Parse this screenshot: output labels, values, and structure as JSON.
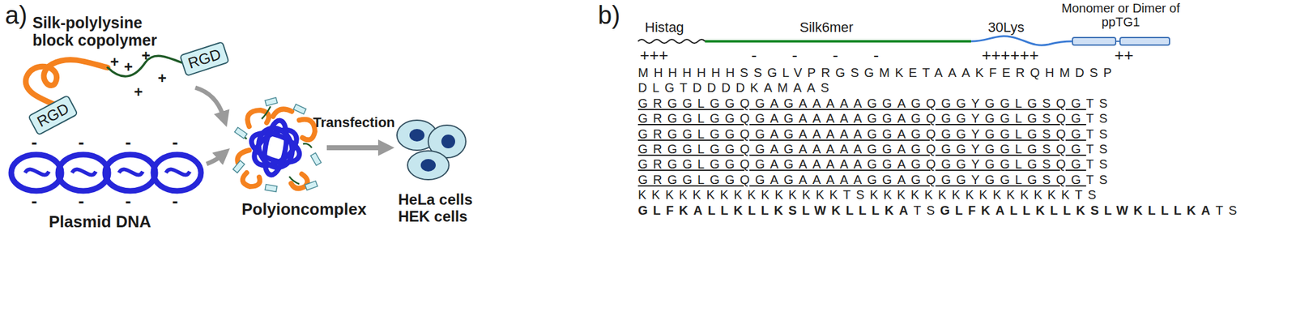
{
  "diagram": {
    "nodes": [
      {
        "text": [
          "RGD"
        ]
      },
      {
        "text": [
          "RGD"
        ]
      }
    ],
    "labels": [
      "a)",
      "Silk-polylysine block copolymer",
      "+",
      "+",
      "+",
      "+",
      "+",
      "-",
      "-",
      "-",
      "-",
      "-",
      "-",
      "-",
      "-",
      "Plasmid DNA",
      "Polyioncomplex",
      "Transfection",
      "HeLa cells HEK cells",
      "b)",
      "Histag",
      "Silk6mer",
      "30Lys",
      "Monomer or Dimer of ppTG1",
      "+++",
      "-",
      "-",
      "-",
      "-",
      "++++++",
      "++",
      "MHHHHHHSSGLVPRGSGMKETAAAKFERQHMDSP",
      "DLGTDDDDKAMAAS",
      "GRGGLGGQGAGAAAAAGGAGQGGYGGLGSQG",
      "TS",
      "GRGGLGGQGAGAAAAAGGAGQGGYGGLGSQG",
      "TS",
      "GRGGLGGQGAGAAAAAGGAGQGGYGGLGSQG",
      "TS",
      "GRGGLGGQGAGAAAAAGGAGQGGYGGLGSQG",
      "TS",
      "GRGGLGGQGAGAAAAAGGAGQGGYGGLGSQG",
      "TS",
      "GRGGLGGQGAGAAAAAGGAGQGGYGGLGSQG",
      "TS",
      "KKKKKKKKKKKKKKKTSKKKKKKKKKKKKKKKTS",
      "GLFKALLKLLKSLWKLLLKA",
      "TS",
      "GLFKALLKLLKSLWKLLLKA",
      "TS"
    ]
  }
}
